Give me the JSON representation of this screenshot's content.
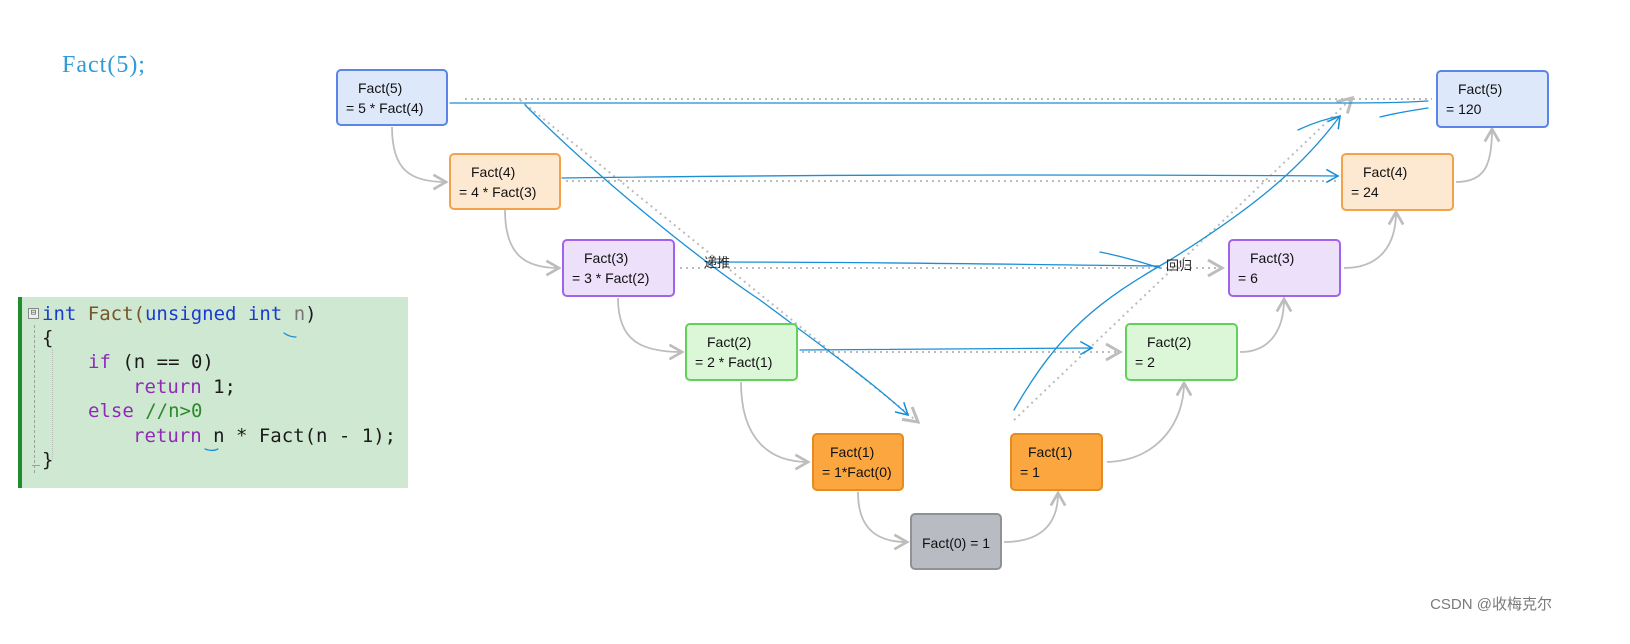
{
  "call_label": "Fact(5);",
  "code": {
    "collapse_glyph": "⊟",
    "lines": [
      {
        "t1": "int",
        "t2": " Fact(",
        "t3": "unsigned int",
        "t4": " n",
        "t5": ")"
      },
      {
        "text": "{"
      },
      {
        "kw": "if",
        "rest": " (n == 0)"
      },
      {
        "kw": "return",
        "rest": " 1;"
      },
      {
        "kw": "else",
        "comment": " //n>0"
      },
      {
        "kw": "return",
        "rest": " n * Fact(n - 1);"
      },
      {
        "text": "}"
      }
    ]
  },
  "descent_nodes": [
    {
      "line1": "Fact(5)",
      "line2": "= 5 * Fact(4)"
    },
    {
      "line1": "Fact(4)",
      "line2": "= 4 * Fact(3)"
    },
    {
      "line1": "Fact(3)",
      "line2": "= 3 * Fact(2)"
    },
    {
      "line1": "Fact(2)",
      "line2": "= 2 * Fact(1)"
    },
    {
      "line1": "Fact(1)",
      "line2": "= 1*Fact(0)"
    }
  ],
  "base_node": {
    "text": "Fact(0)  = 1"
  },
  "return_nodes": [
    {
      "line1": "Fact(1)",
      "line2": "= 1"
    },
    {
      "line1": "Fact(2)",
      "line2": "= 2"
    },
    {
      "line1": "Fact(3)",
      "line2": "= 6"
    },
    {
      "line1": "Fact(4)",
      "line2": "= 24"
    },
    {
      "line1": "Fact(5)",
      "line2": "= 120"
    }
  ],
  "labels": {
    "recursion": "递推",
    "backtrack": "回归"
  },
  "watermark": "CSDN @收梅克尔",
  "colors": {
    "code_bg": "#cfe8d1",
    "ink": "#1a8fd6",
    "connector": "#bdbdbd"
  }
}
